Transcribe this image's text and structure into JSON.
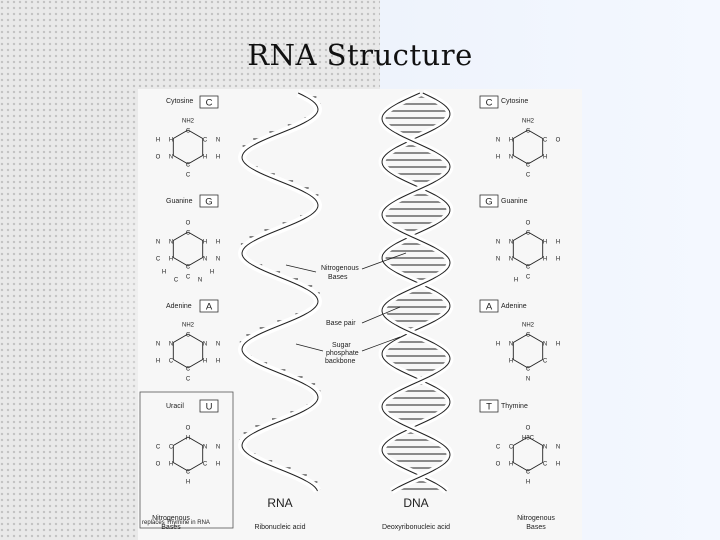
{
  "slide": {
    "title": "RNA Structure"
  },
  "figure": {
    "left_bases": {
      "cytosine": {
        "name": "Cytosine",
        "letter": "C",
        "atoms": [
          "NH2",
          "C",
          "H",
          "C",
          "N",
          "H",
          "C",
          "C",
          "H",
          "N",
          "O",
          "H"
        ]
      },
      "guanine": {
        "name": "Guanine",
        "letter": "G",
        "atoms": [
          "O",
          "C",
          "N",
          "H",
          "H",
          "N",
          "C",
          "C",
          "N",
          "H",
          "C",
          "N",
          "C",
          "N",
          "H",
          "H"
        ]
      },
      "adenine": {
        "name": "Adenine",
        "letter": "A",
        "atoms": [
          "NH2",
          "C",
          "N",
          "N",
          "C",
          "H",
          "C",
          "C",
          "N",
          "N",
          "H",
          "H"
        ]
      },
      "uracil": {
        "name": "Uracil",
        "letter": "U",
        "note": "replaces Thymine in RNA",
        "atoms": [
          "O",
          "H",
          "C",
          "N",
          "H",
          "C",
          "C",
          "H",
          "C",
          "N",
          "O",
          "H"
        ]
      }
    },
    "right_bases": {
      "cytosine": {
        "name": "Cytosine",
        "letter": "C",
        "atoms": [
          "NH2",
          "C",
          "H",
          "C",
          "N",
          "H",
          "C",
          "C",
          "N",
          "O",
          "H"
        ]
      },
      "guanine": {
        "name": "Guanine",
        "letter": "G",
        "atoms": [
          "O",
          "C",
          "N",
          "H",
          "N",
          "H",
          "C",
          "C",
          "N",
          "H",
          "N",
          "H",
          "H"
        ]
      },
      "adenine": {
        "name": "Adenine",
        "letter": "A",
        "atoms": [
          "NH2",
          "C",
          "N",
          "N",
          "H",
          "C",
          "C",
          "N",
          "H",
          "H"
        ]
      },
      "thymine": {
        "name": "Thymine",
        "letter": "T",
        "atoms": [
          "O",
          "H3C",
          "C",
          "N",
          "H",
          "C",
          "C",
          "H",
          "C",
          "N",
          "O",
          "H"
        ]
      }
    },
    "labels": {
      "nitrogenous_bases_1": "Nitrogenous",
      "nitrogenous_bases_2": "Bases",
      "base_pair": "Base pair",
      "sugar_1": "Sugar",
      "sugar_2": "phosphate",
      "sugar_3": "backbone"
    },
    "rna_title": "RNA",
    "rna_sub": "Ribonucleic acid",
    "dna_title": "DNA",
    "dna_sub": "Deoxyribonucleic acid",
    "bottom_left_1": "Nitrogenous",
    "bottom_left_2": "Bases",
    "bottom_right_1": "Nitrogenous",
    "bottom_right_2": "Bases"
  }
}
